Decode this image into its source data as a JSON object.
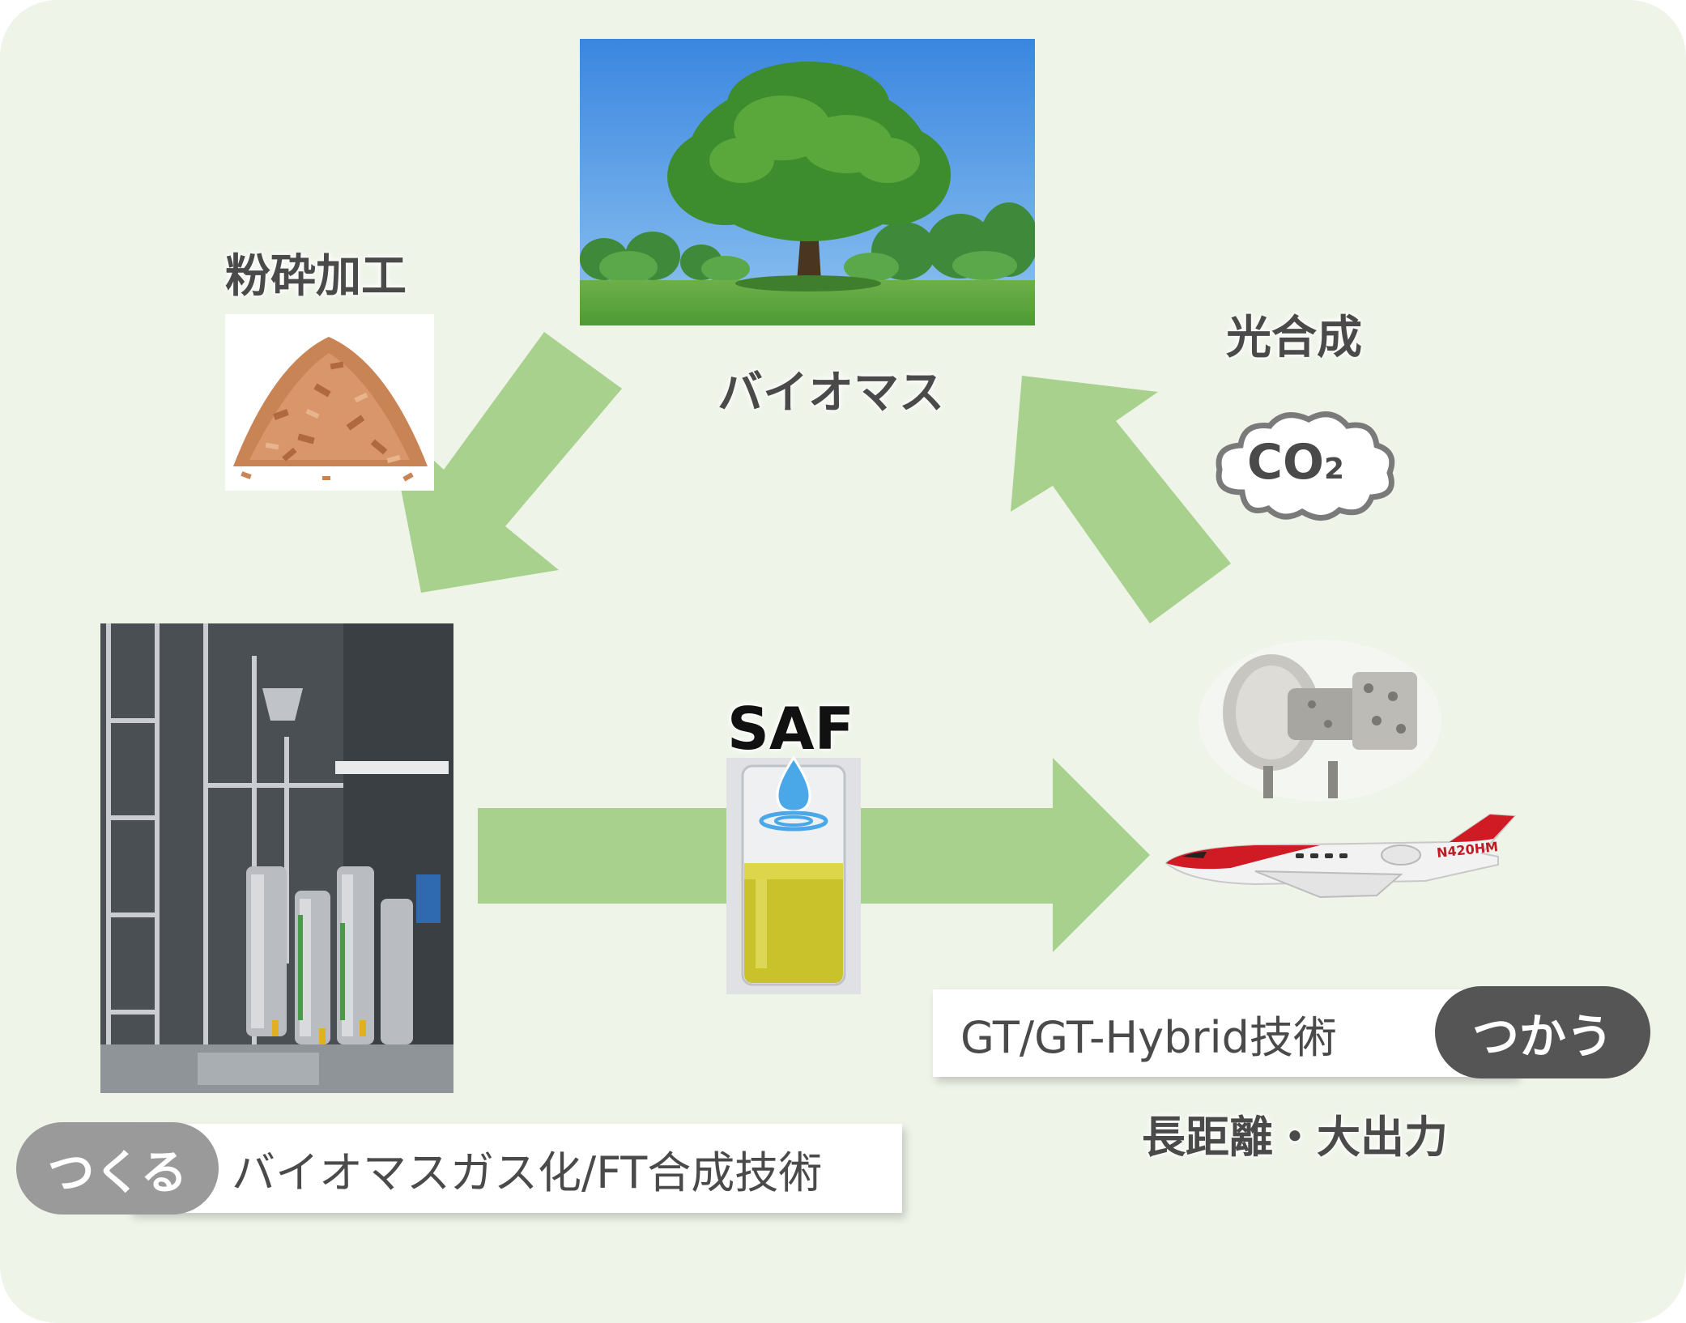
{
  "nodes": {
    "biomass_label": "バイオマス",
    "grinding_label": "粉砕加工",
    "photosynthesis_label": "光合成",
    "co2_label": "CO",
    "co2_subscript": "2",
    "saf_label": "SAF",
    "n_registration": "N420HM"
  },
  "make": {
    "pill": "つくる",
    "tech": "バイオマスガス化/FT合成技術"
  },
  "use": {
    "pill": "つかう",
    "tech": "GT/GT-Hybrid技術",
    "feature": "長距離・大出力"
  },
  "colors": {
    "background": "#eef4e8",
    "arrow": "#a9d18e",
    "make_pill": "#9a9a9a",
    "use_pill": "#555555",
    "text": "#4a4a4a"
  }
}
